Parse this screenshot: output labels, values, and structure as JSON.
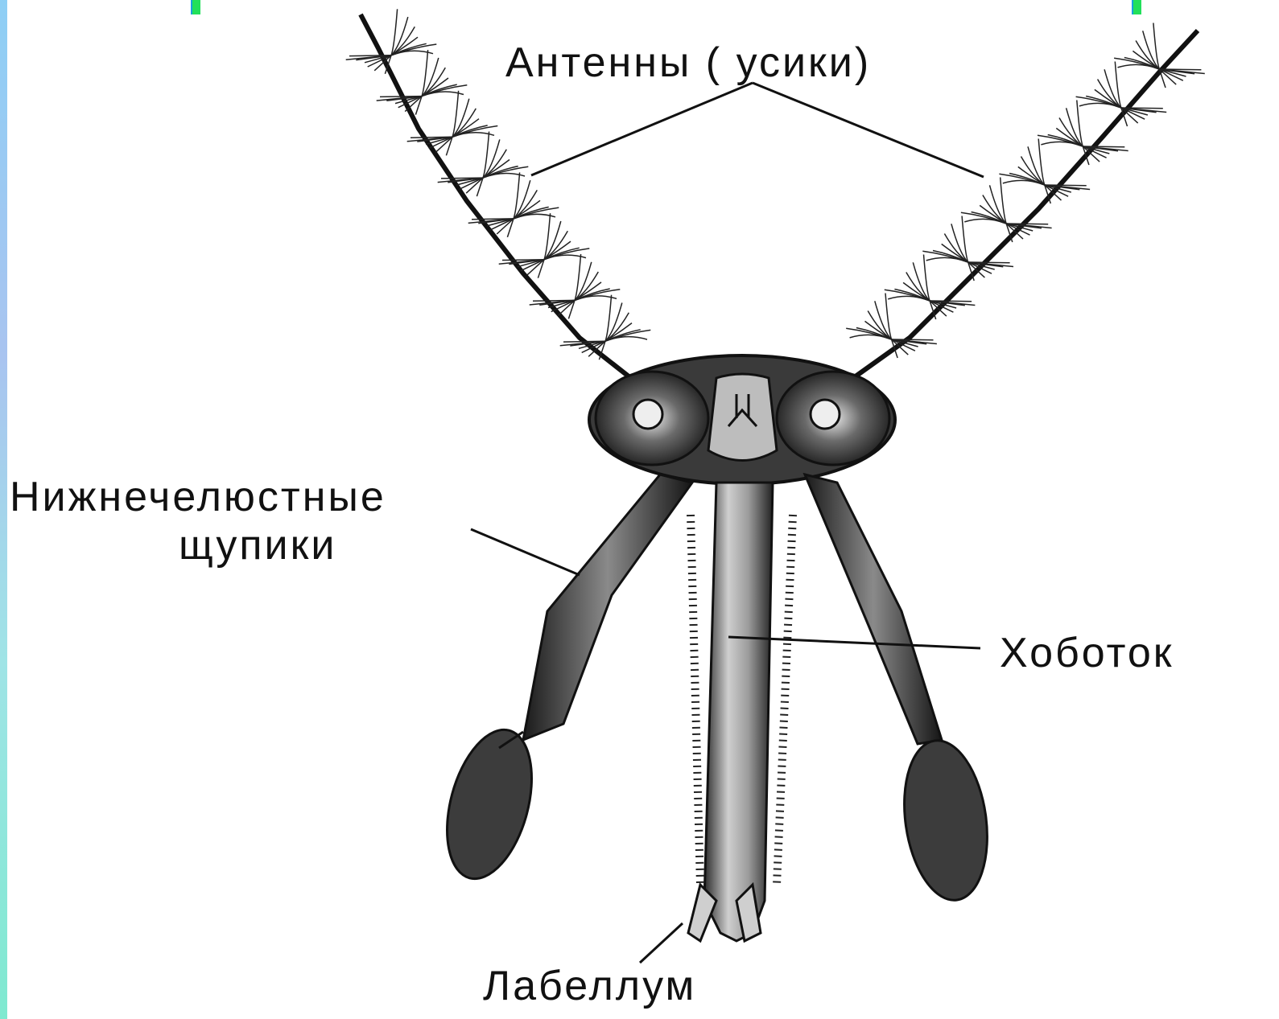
{
  "diagram": {
    "labels": {
      "antennae": "Антенны ( усики)",
      "palps_line1": "Нижнечелюстные",
      "palps_line2": "щупики",
      "proboscis": "Хоботок",
      "labellum": "Лабеллум"
    },
    "colors": {
      "ink": "#111111",
      "background": "#ffffff",
      "edge_gradient": [
        "#8ecff5",
        "#7fe9d0"
      ],
      "corner_ticks": "#22e05a"
    }
  }
}
